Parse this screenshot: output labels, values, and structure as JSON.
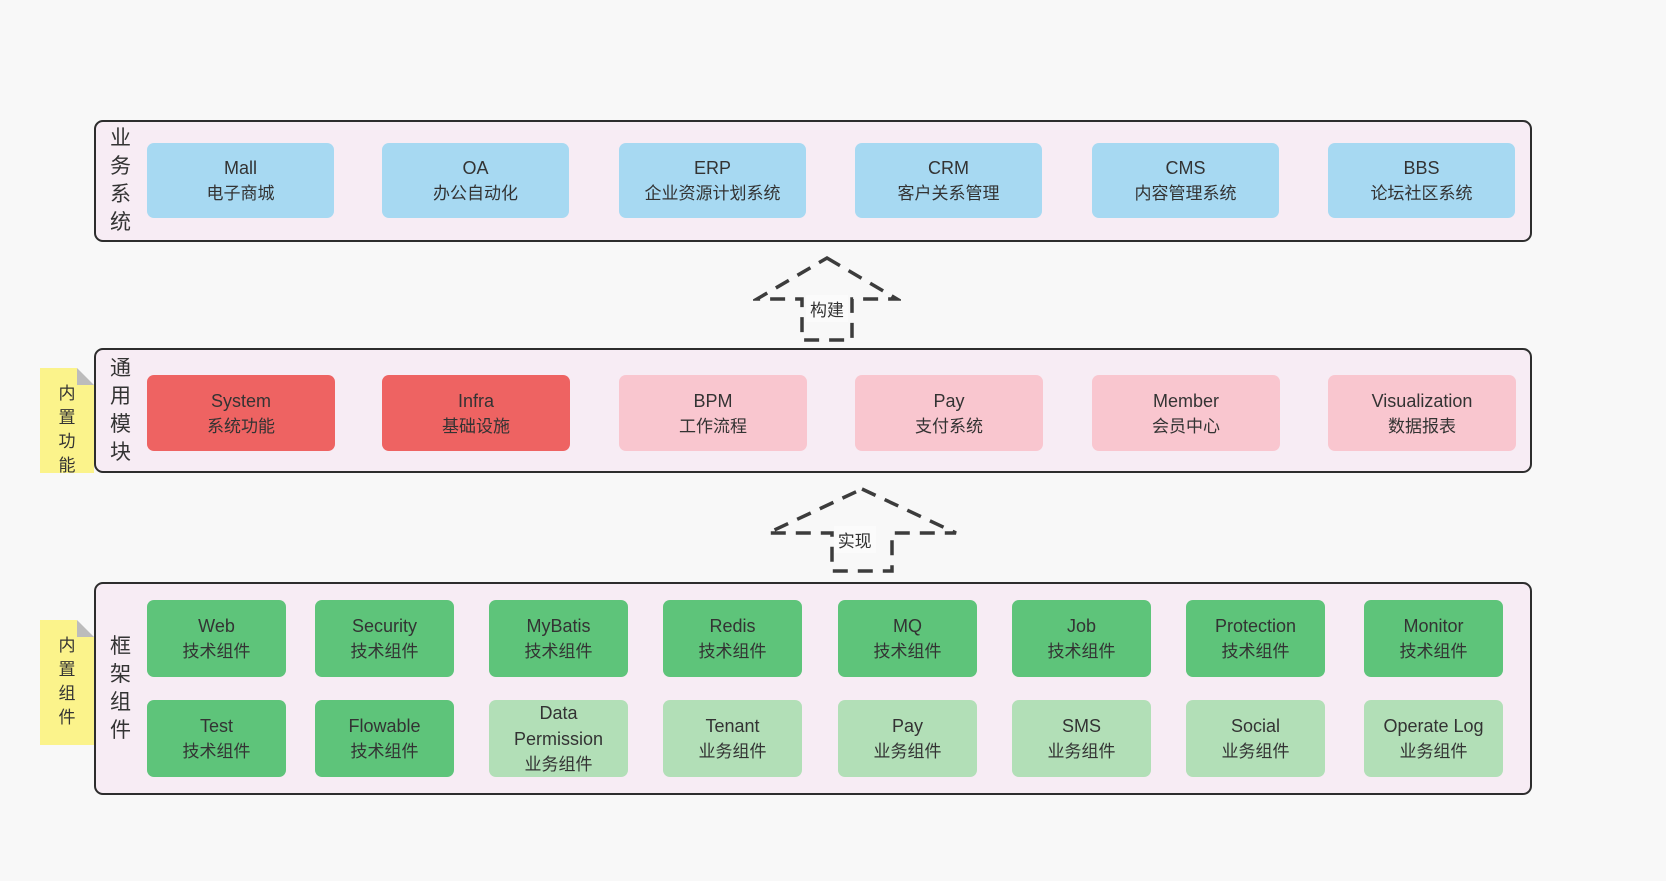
{
  "colors": {
    "page_bg": "#f8f8f8",
    "panel_bg": "#f7ecf4",
    "panel_border": "#2d2d2d",
    "blue_box": "#a7d9f2",
    "red_box": "#ee6362",
    "pink_box": "#f9c6cf",
    "green_box": "#5ec47a",
    "light_green_box": "#b2dfb7",
    "note_bg": "#fbf38b",
    "note_fold": "#bcbcbc",
    "text": "#333333"
  },
  "sections": {
    "business": {
      "label": "业务系统",
      "boxes": [
        {
          "title": "Mall",
          "desc": "电子商城"
        },
        {
          "title": "OA",
          "desc": "办公自动化"
        },
        {
          "title": "ERP",
          "desc": "企业资源计划系统"
        },
        {
          "title": "CRM",
          "desc": "客户关系管理"
        },
        {
          "title": "CMS",
          "desc": "内容管理系统"
        },
        {
          "title": "BBS",
          "desc": "论坛社区系统"
        }
      ]
    },
    "modules": {
      "label": "通用模块",
      "note": "内置功能",
      "boxes": [
        {
          "title": "System",
          "desc": "系统功能",
          "variant": "red"
        },
        {
          "title": "Infra",
          "desc": "基础设施",
          "variant": "red"
        },
        {
          "title": "BPM",
          "desc": "工作流程",
          "variant": "pink"
        },
        {
          "title": "Pay",
          "desc": "支付系统",
          "variant": "pink"
        },
        {
          "title": "Member",
          "desc": "会员中心",
          "variant": "pink"
        },
        {
          "title": "Visualization",
          "desc": "数据报表",
          "variant": "pink"
        }
      ]
    },
    "framework": {
      "label": "框架组件",
      "note": "内置组件",
      "row1": [
        {
          "title": "Web",
          "desc": "技术组件",
          "variant": "green"
        },
        {
          "title": "Security",
          "desc": "技术组件",
          "variant": "green"
        },
        {
          "title": "MyBatis",
          "desc": "技术组件",
          "variant": "green"
        },
        {
          "title": "Redis",
          "desc": "技术组件",
          "variant": "green"
        },
        {
          "title": "MQ",
          "desc": "技术组件",
          "variant": "green"
        },
        {
          "title": "Job",
          "desc": "技术组件",
          "variant": "green"
        },
        {
          "title": "Protection",
          "desc": "技术组件",
          "variant": "green"
        },
        {
          "title": "Monitor",
          "desc": "技术组件",
          "variant": "green"
        }
      ],
      "row2": [
        {
          "title": "Test",
          "desc": "技术组件",
          "variant": "green"
        },
        {
          "title": "Flowable",
          "desc": "技术组件",
          "variant": "green"
        },
        {
          "title": "Data Permission",
          "desc": "业务组件",
          "variant": "lgreen"
        },
        {
          "title": "Tenant",
          "desc": "业务组件",
          "variant": "lgreen"
        },
        {
          "title": "Pay",
          "desc": "业务组件",
          "variant": "lgreen"
        },
        {
          "title": "SMS",
          "desc": "业务组件",
          "variant": "lgreen"
        },
        {
          "title": "Social",
          "desc": "业务组件",
          "variant": "lgreen"
        },
        {
          "title": "Operate Log",
          "desc": "业务组件",
          "variant": "lgreen"
        }
      ]
    }
  },
  "arrows": {
    "build": "构建",
    "implement": "实现"
  }
}
